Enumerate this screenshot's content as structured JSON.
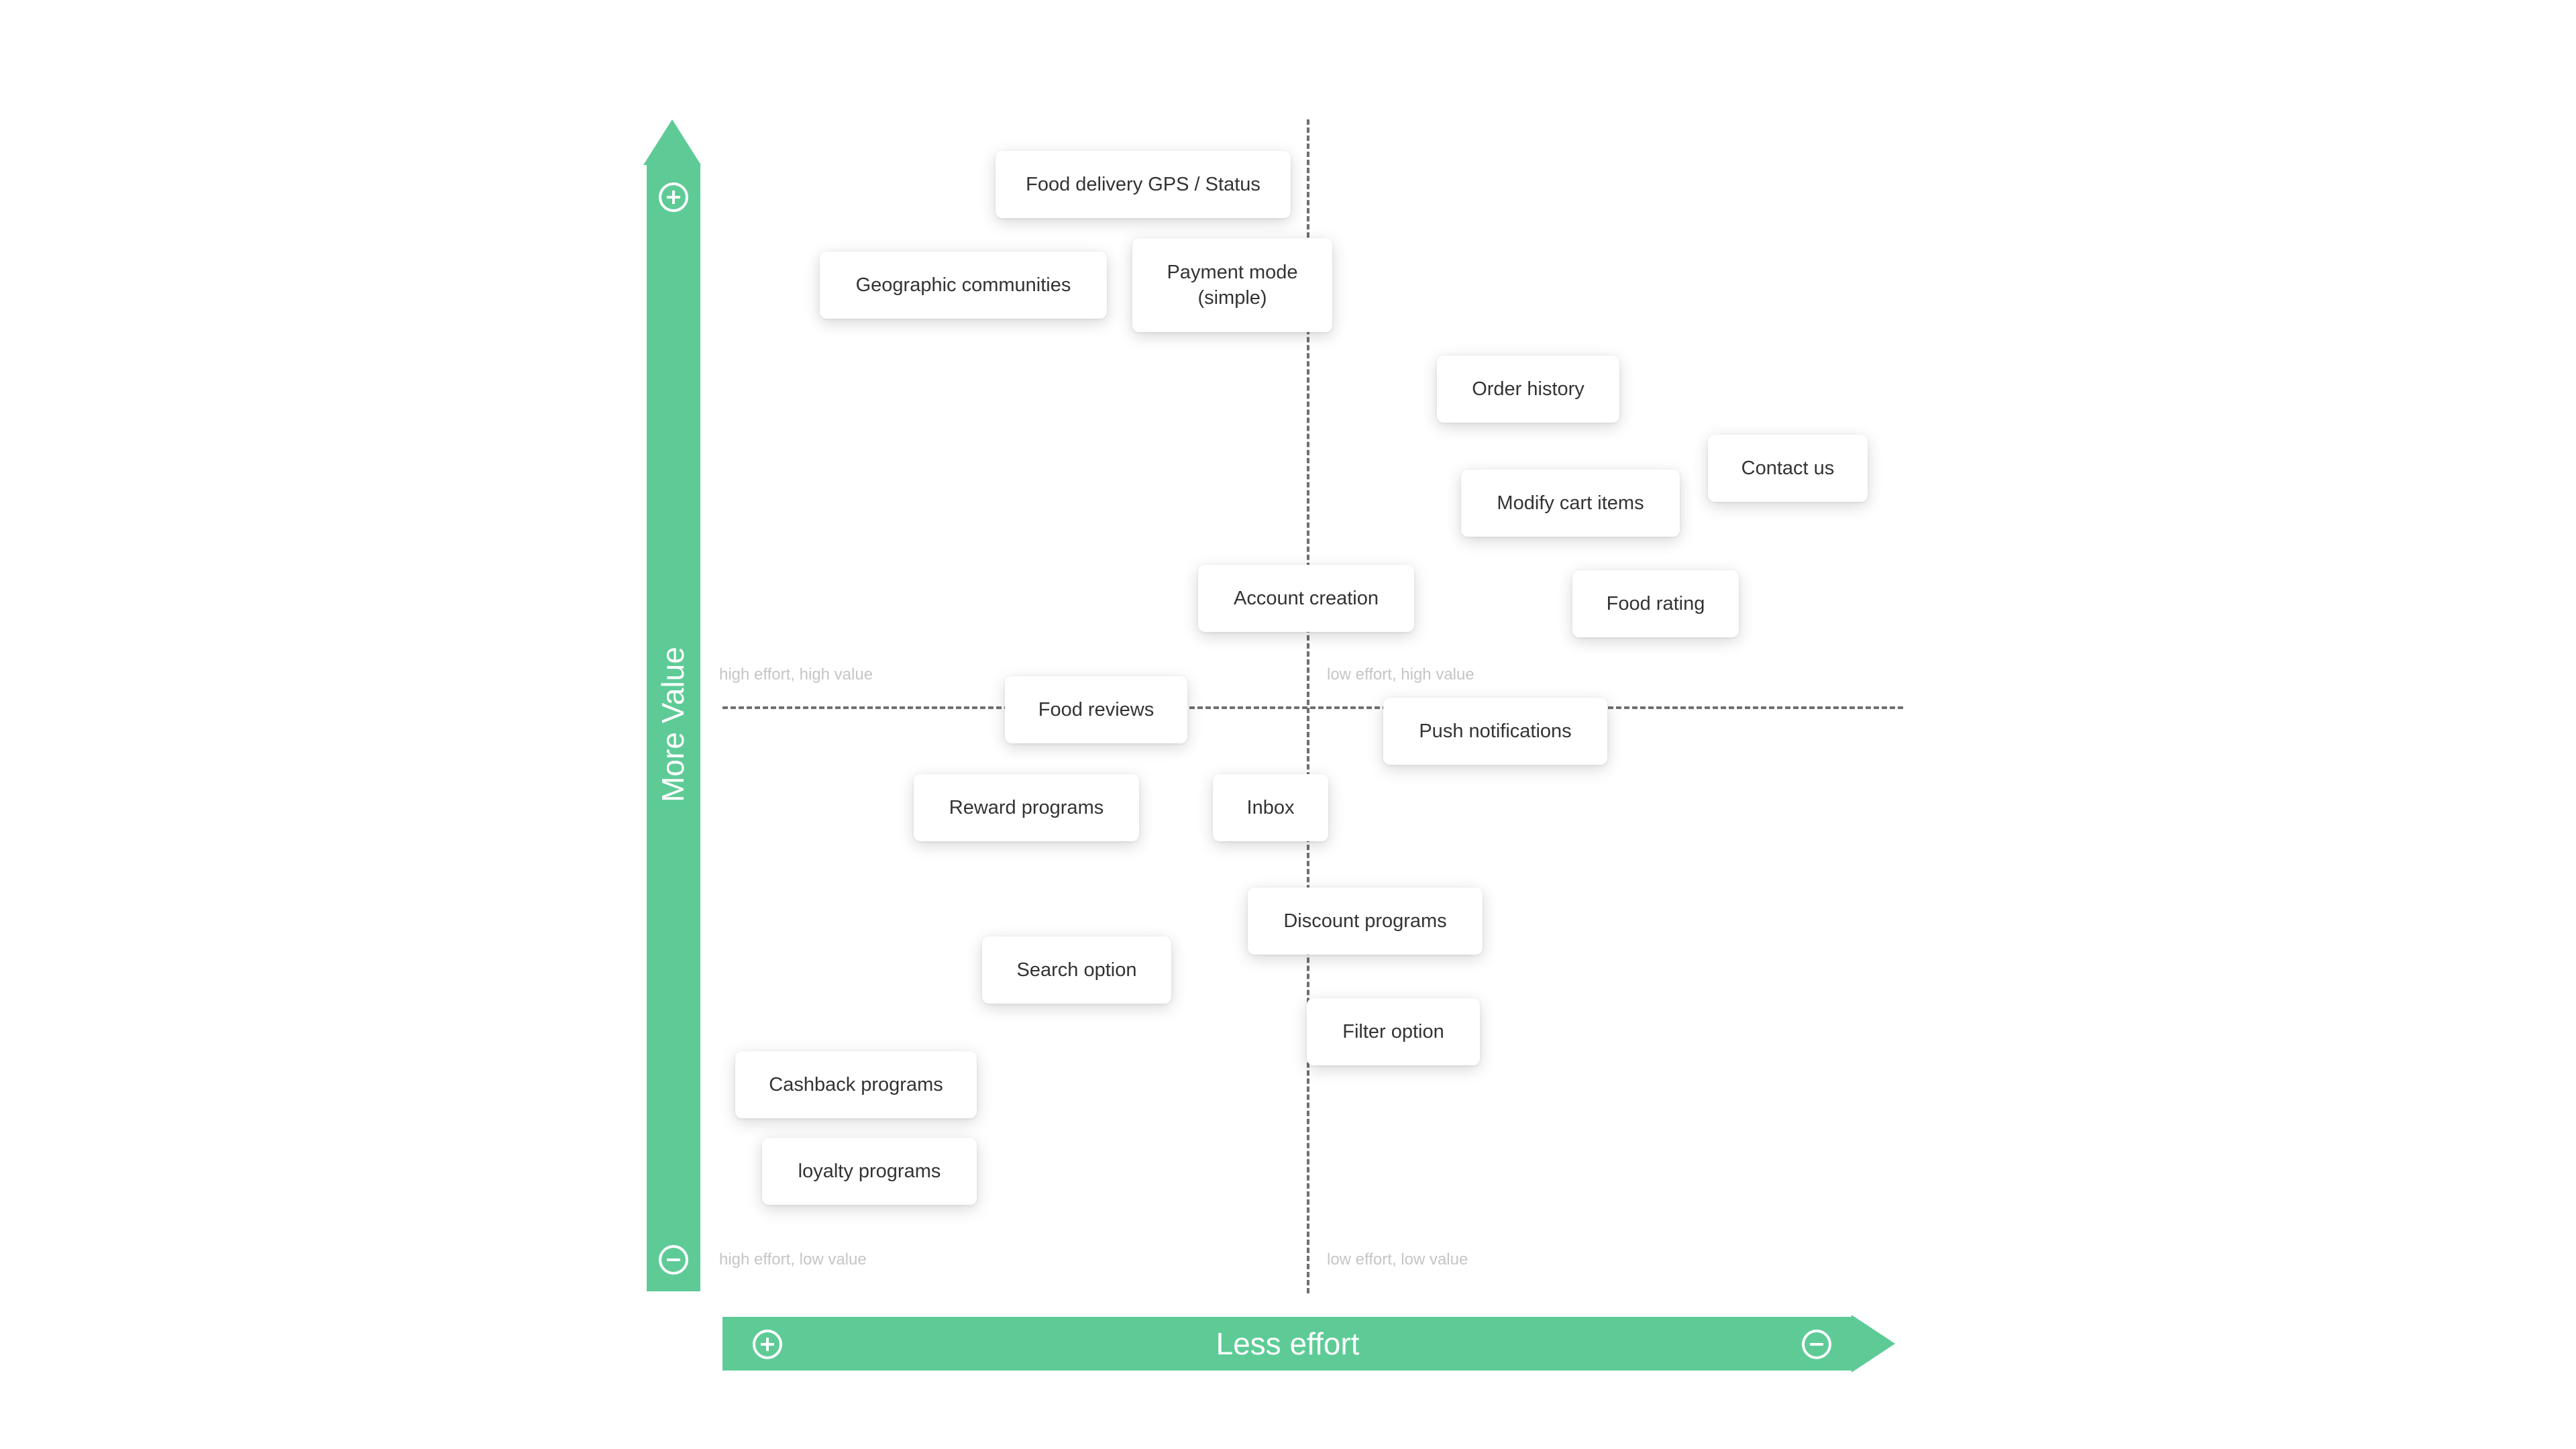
{
  "axes": {
    "y_label": "More Value",
    "x_label": "Less effort",
    "y_top_icon": "plus-circle-icon",
    "y_bottom_icon": "minus-circle-icon",
    "x_left_icon": "plus-circle-icon",
    "x_right_icon": "minus-circle-icon",
    "arrow_color": "#5ecb97"
  },
  "quadrants": {
    "top_left": "high effort, high value",
    "top_right": "low effort, high value",
    "bottom_left": "high effort, low value",
    "bottom_right": "low effort, low value"
  },
  "notes": {
    "gps": "Food delivery GPS / Status",
    "geo": "Geographic communities",
    "payment": "Payment mode (simple)",
    "order_history": "Order history",
    "contact": "Contact us",
    "modify_cart": "Modify cart items",
    "account": "Account creation",
    "food_rating": "Food rating",
    "food_reviews": "Food reviews",
    "push": "Push notifications",
    "reward": "Reward programs",
    "inbox": "Inbox",
    "discount": "Discount programs",
    "search": "Search option",
    "filter": "Filter option",
    "cashback": "Cashback programs",
    "loyalty": "loyalty programs"
  }
}
